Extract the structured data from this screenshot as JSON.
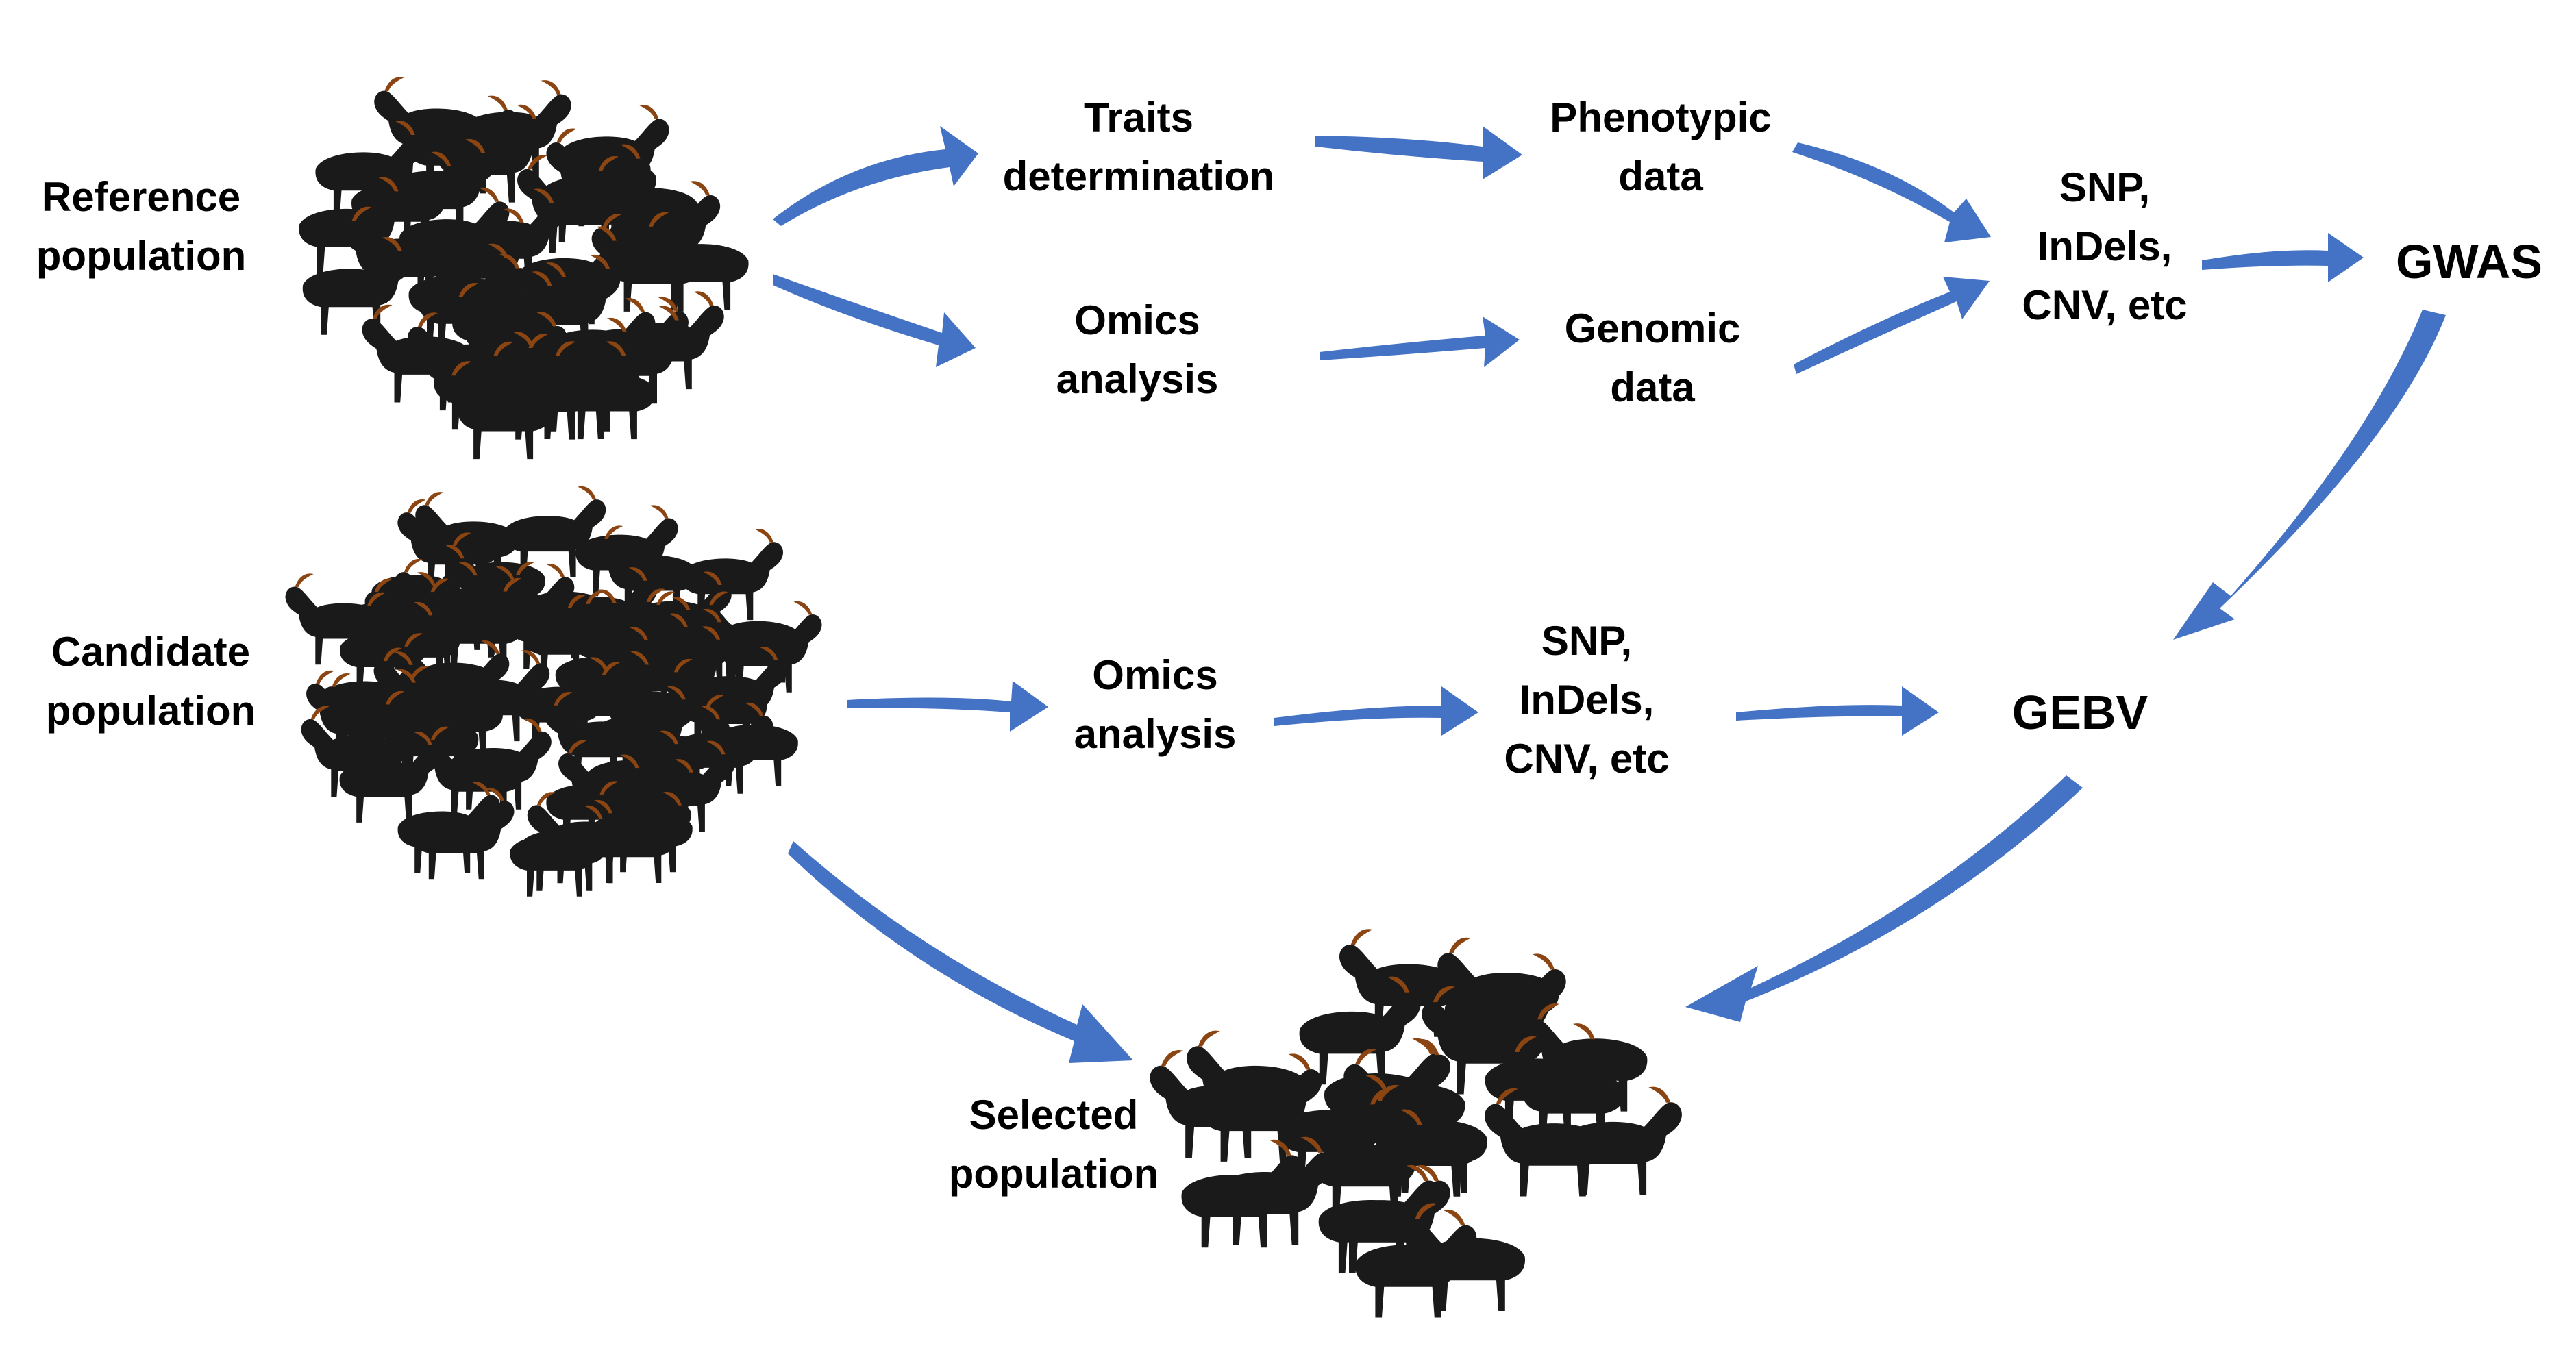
{
  "labels": {
    "reference_line1": "Reference",
    "reference_line2": "population",
    "traits_line1": "Traits",
    "traits_line2": "determination",
    "phenotypic_line1": "Phenotypic",
    "phenotypic_line2": "data",
    "omics_top_line1": "Omics",
    "omics_top_line2": "analysis",
    "genomic_line1": "Genomic",
    "genomic_line2": "data",
    "snp_top_line1": "SNP,",
    "snp_top_line2": "InDels,",
    "snp_top_line3": "CNV, etc",
    "gwas": "GWAS",
    "candidate_line1": "Candidate",
    "candidate_line2": "population",
    "omics_bottom_line1": "Omics",
    "omics_bottom_line2": "analysis",
    "snp_bottom_line1": "SNP,",
    "snp_bottom_line2": "InDels,",
    "snp_bottom_line3": "CNV, etc",
    "gebv": "GEBV",
    "selected_line1": "Selected",
    "selected_line2": "population"
  },
  "colors": {
    "arrow": "#4472C4",
    "goat_body": "#1a1a1a",
    "goat_horn": "#8B4513"
  },
  "icons": {
    "population_herd": "goat-herd-icon"
  }
}
